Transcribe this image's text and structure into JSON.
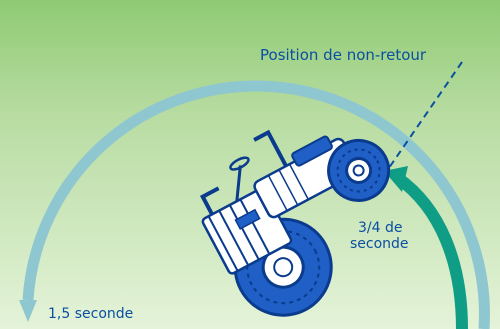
{
  "labels": {
    "no_return": "Position de non-retour",
    "three_quarter_line1": "3/4 de",
    "three_quarter_line2": "seconde",
    "one_and_half": "1,5 seconde"
  },
  "colors": {
    "background_top": "#8fca73",
    "background_bottom": "#e1f2d5",
    "arc_light": "#8ec7d0",
    "arc_dark": "#0f9e85",
    "text": "#0a4fa0",
    "tractor_blue": "#1f5fc6",
    "tractor_outline": "#0a3b8c"
  },
  "icons": [
    "tractor-icon",
    "dashed-line",
    "arrow-head"
  ]
}
